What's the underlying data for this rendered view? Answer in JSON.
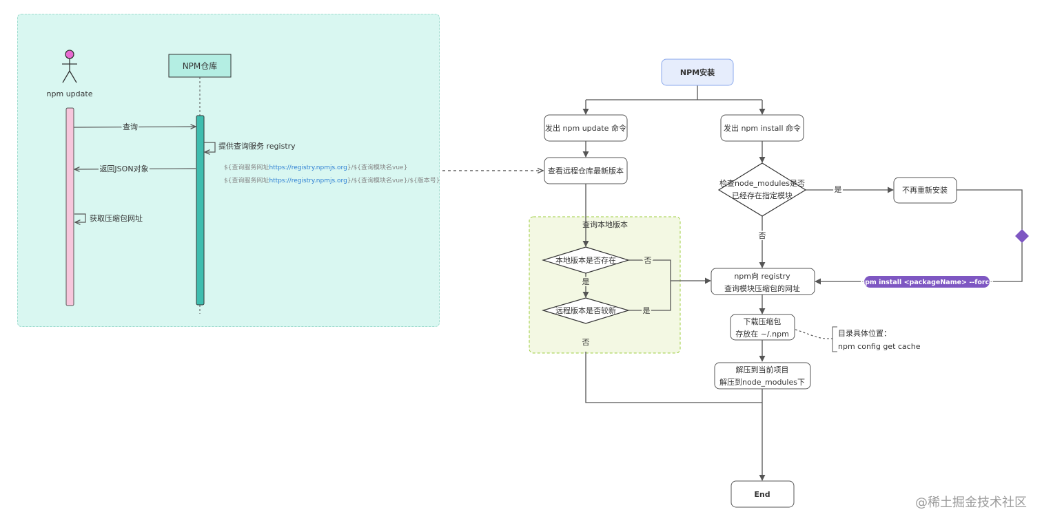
{
  "sequence": {
    "actor_label": "npm update",
    "registry_label": "NPM仓库",
    "msg_query": "查询",
    "msg_provide": "提供查询服务 registry",
    "url1_a": "${查询服务网址",
    "url1_link": "https://registry.npmjs.org",
    "url1_b": "}/${查询模块名vue}",
    "url2_a": "${查询服务网址",
    "url2_link": "https://registry.npmjs.org",
    "url2_b": "}/${查询模块名vue}/${版本号}",
    "msg_return": "返回JSON对象",
    "msg_fetch": "获取压缩包网址"
  },
  "flow": {
    "start": "NPM安装",
    "update_cmd": "发出 npm update 命令",
    "install_cmd": "发出 npm install 命令",
    "view_latest": "查看远程仓库最新版本",
    "local_group_title": "查询本地版本",
    "local_exists": "本地版本是否存在",
    "remote_newer": "远程版本是否较新",
    "check_line1": "检查node_modules是否",
    "check_line2": "已经存在指定模块",
    "no_reinstall": "不再重新安装",
    "registry_line1": "npm向 registry",
    "registry_line2": "查询模块压缩包的网址",
    "download_line1": "下载压缩包",
    "download_line2": "存放在 ~/.npm",
    "note_line1": "目录具体位置：",
    "note_line2": "npm config get cache",
    "extract_line1": "解压到当前项目",
    "extract_line2": "解压到node_modules下",
    "end": "End",
    "force_label": "npm install <packageName> --force",
    "yes": "是",
    "no": "否"
  },
  "watermark": "@稀土掘金技术社区",
  "colors": {
    "actor_bar": "#f7c6dc",
    "registry_bar": "#3fbdaf",
    "group_fill": "#f3f8e3",
    "group_border": "#9ccc3c",
    "start_fill": "#e6edfc",
    "start_border": "#8aa8ec",
    "force_badge": "#7e57c2",
    "link": "#2d7fd3"
  }
}
